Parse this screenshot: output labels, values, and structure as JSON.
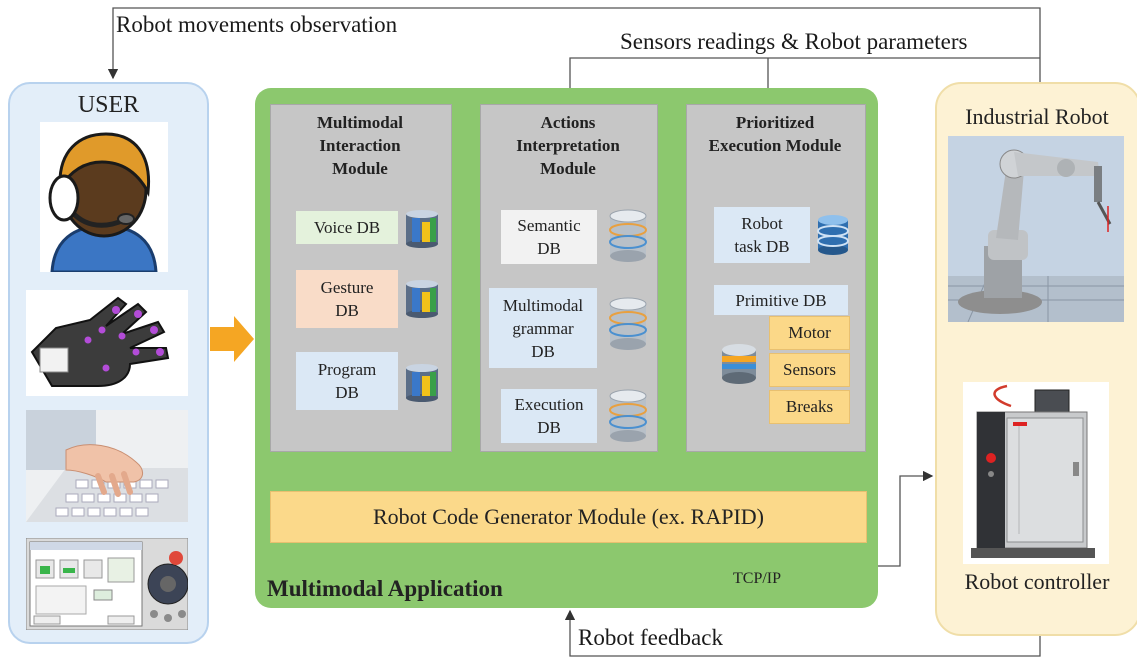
{
  "flows": {
    "top": "Robot movements observation",
    "sensors": "Sensors readings & Robot parameters",
    "feedback": "Robot feedback",
    "tcp": "TCP/IP"
  },
  "user": {
    "title": "USER"
  },
  "app": {
    "title": "Multimodal Application",
    "modules": [
      {
        "title_lines": [
          "Multimodal",
          "Interaction",
          "Module"
        ],
        "dbs": [
          {
            "lines": [
              "Voice DB"
            ],
            "color": "#e4f2dc"
          },
          {
            "lines": [
              "Gesture",
              "DB"
            ],
            "color": "#f9dcc8"
          },
          {
            "lines": [
              "Program",
              "DB"
            ],
            "color": "#dbe8f5"
          }
        ]
      },
      {
        "title_lines": [
          "Actions",
          "Interpretation",
          "Module"
        ],
        "dbs": [
          {
            "lines": [
              "Semantic",
              "DB"
            ],
            "color": "#f2f2f2"
          },
          {
            "lines": [
              "Multimodal",
              "grammar",
              "DB"
            ],
            "color": "#dbe8f5"
          },
          {
            "lines": [
              "Execution",
              "DB"
            ],
            "color": "#dbe8f5"
          }
        ]
      },
      {
        "title_lines": [
          "Prioritized",
          "Execution Module"
        ],
        "task_db": [
          "Robot",
          "task DB"
        ],
        "primitive_db": "Primitive DB",
        "primitives": [
          "Motor",
          "Sensors",
          "Breaks"
        ]
      }
    ],
    "codegen": "Robot Code Generator Module (ex. RAPID)"
  },
  "robot": {
    "title": "Industrial Robot",
    "controller": "Robot controller"
  },
  "colors": {
    "app_bg": "#8cc86e",
    "module_bg": "#c6c6c6",
    "user_bg": "#e3eef9",
    "robot_bg": "#fdf2d4",
    "codegen_bg": "#fbd98a",
    "orange_arrow": "#f5a623"
  }
}
